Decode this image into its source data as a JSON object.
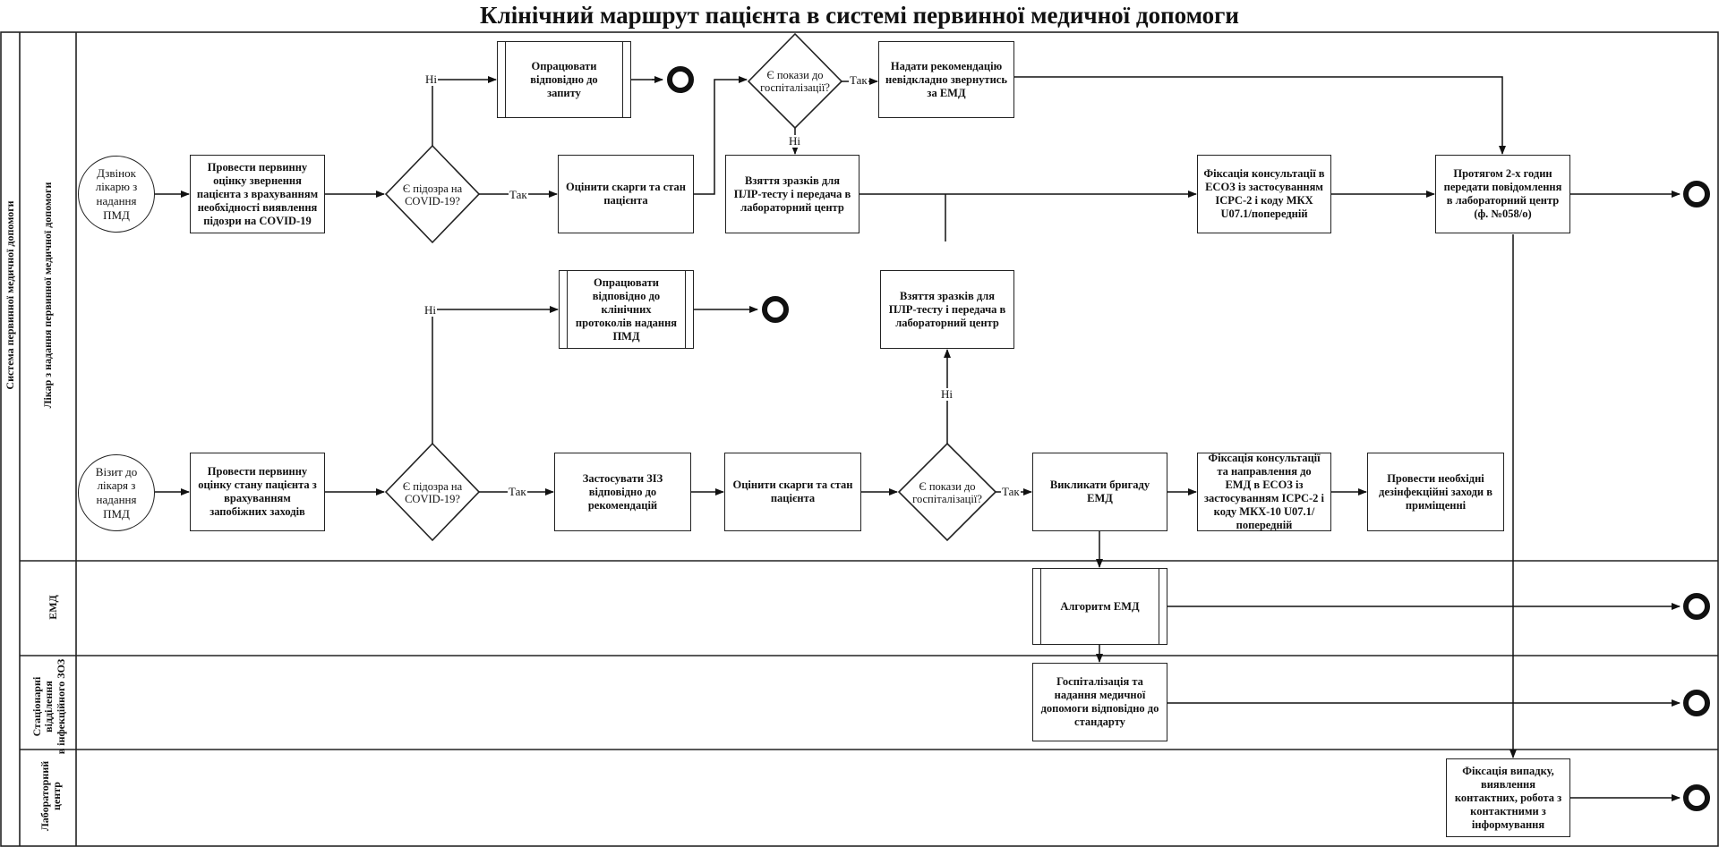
{
  "title": "Клінічний маршрут пацієнта в системі первинної медичної допомоги",
  "pools": {
    "system": "Система первинної медичної допомоги",
    "doctor": "Лікар з надання первинної медичної допомоги",
    "emd": "ЕМД",
    "hospital_line1": "Стаціонарні",
    "hospital_line2": "відділення",
    "hospital_line3": "в інфекційного ЗОЗ",
    "lab_line1": "Лабораторний",
    "lab_line2": "центр"
  },
  "nodes": {
    "call_start": "Дзвінок лікарю з надання ПМД",
    "call_assess": "Провести первинну оцінку звернення пацієнта з врахуванням необхідності виявлення підозри на COVID-19",
    "call_gw": "Є підозра на COVID-19?",
    "call_no_task": "Опрацювати відповідно до запиту",
    "call_eval": "Оцінити скарги та стан пацієнта",
    "call_hosp_gw": "Є покази до госпіталізації?",
    "call_recommend": "Надати рекомендацію невідкладно звернутись за ЕМД",
    "call_sample": "Взяття зразків для ПЛР-тесту і передача в лабораторний центр",
    "call_record": "Фіксація консультації в ЕСОЗ із застосуванням ICPC-2 і коду МКХ U07.1/попередній",
    "notify": "Протягом 2-х годин передати повідомлення в лабораторний центр (ф. №058/о)",
    "visit_start": "Візит до лікаря з надання ПМД",
    "visit_assess": "Провести первинну оцінку стану пацієнта з врахуванням запобіжних заходів",
    "visit_gw": "Є підозра на COVID-19?",
    "visit_no_task": "Опрацювати відповідно до клінічних протоколів надання ПМД",
    "visit_ppe": "Застосувати ЗІЗ відповідно до рекомендацій",
    "visit_eval": "Оцінити скарги та стан пацієнта",
    "visit_hosp_gw": "Є покази до госпіталізації?",
    "visit_sample": "Взяття зразків для ПЛР-тесту і передача в лабораторний центр",
    "visit_emd": "Викликати бригаду ЕМД",
    "visit_record": "Фіксація консультації та направлення до ЕМД в ЕСОЗ із застосуванням ICPC-2 і коду МКХ-10 U07.1/попередній",
    "disinfect": "Провести необхідні дезінфекційні заходи в приміщенні",
    "emd_alg": "Алгоритм ЕМД",
    "hospitalize": "Госпіталізація та надання медичної допомоги відповідно до стандарту",
    "lab_record": "Фіксація випадку, виявлення контактних, робота з контактними з інформування"
  },
  "edge_labels": {
    "no": "Ні",
    "yes": "Так"
  }
}
